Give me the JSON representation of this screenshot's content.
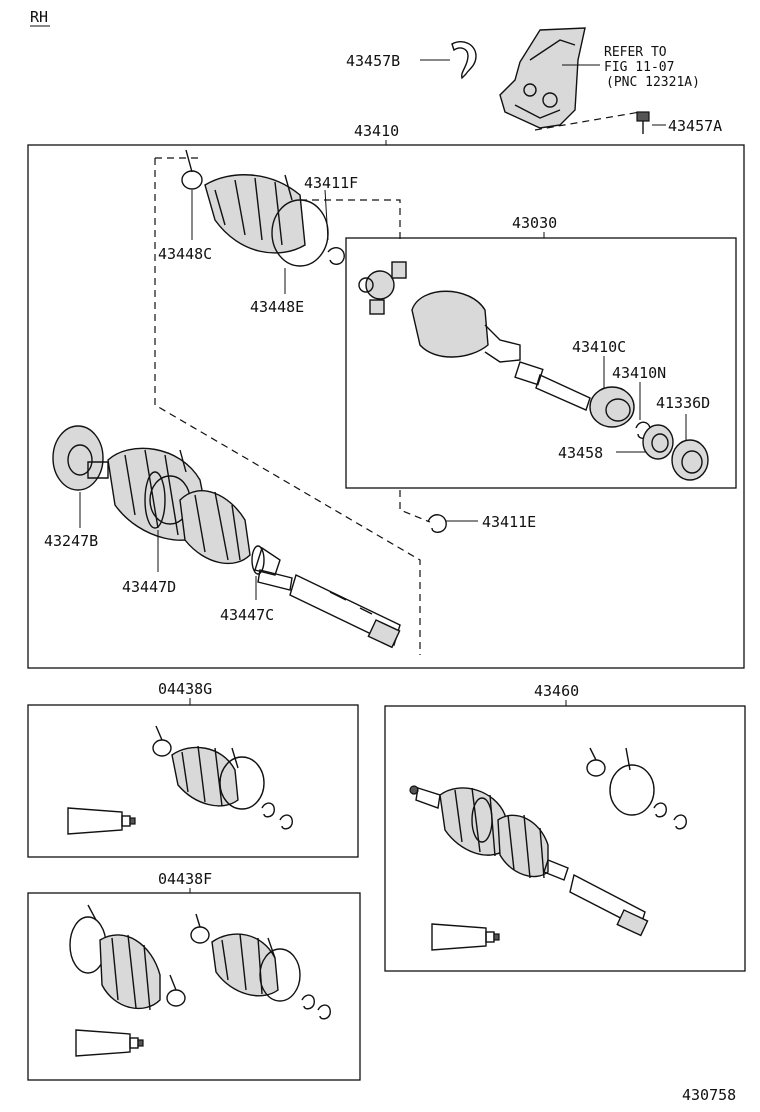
{
  "side_label": "RH",
  "reference_note": {
    "line1": "REFER TO",
    "line2": "FIG 11-07",
    "line3": "(PNC 12321A)"
  },
  "part_numbers": {
    "p43457B": "43457B",
    "p43457A": "43457A",
    "p43410": "43410",
    "p43411F": "43411F",
    "p43448C": "43448C",
    "p43448E": "43448E",
    "p43030": "43030",
    "p43410C": "43410C",
    "p43410N": "43410N",
    "p41336D": "41336D",
    "p43458": "43458",
    "p43411E": "43411E",
    "p43247B": "43247B",
    "p43447D": "43447D",
    "p43447C": "43447C",
    "p04438G": "04438G",
    "p43460": "43460",
    "p04438F": "04438F"
  },
  "figure_number": "430758"
}
